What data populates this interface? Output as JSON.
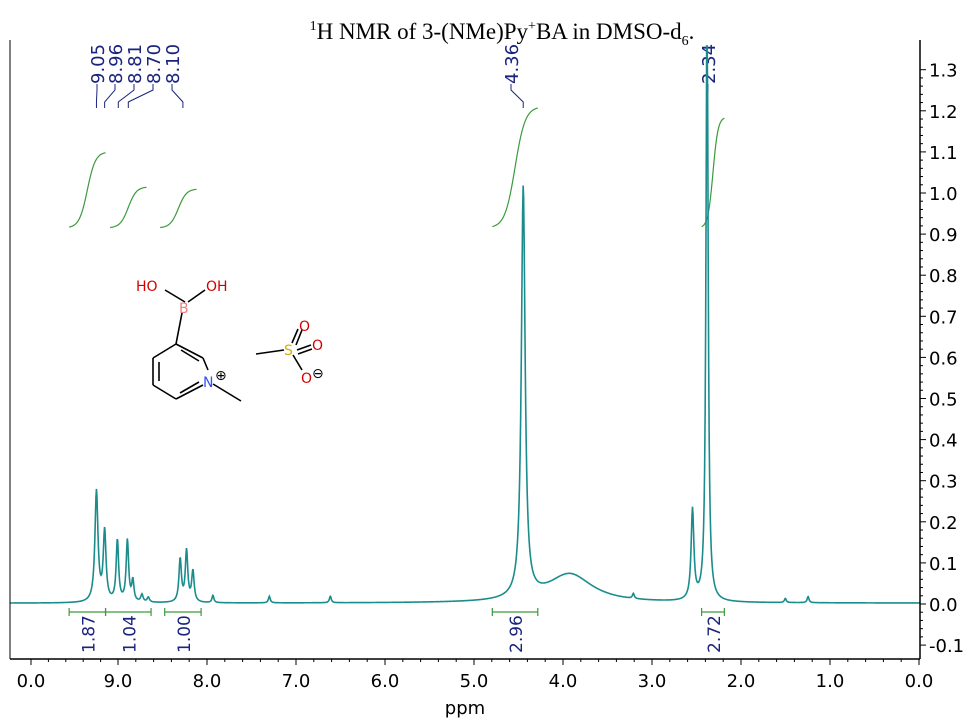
{
  "chart_data": {
    "type": "line",
    "title": {
      "superscript_1": "1",
      "part_1": "H NMR of 3-(NMe)Py",
      "superscript_2": "+",
      "part_2": "BA in DMSO-d",
      "subscript": "6",
      "part_3": "."
    },
    "xlabel": "ppm",
    "xlim": [
      10.0,
      0.0
    ],
    "ylim": [
      -0.14,
      1.35
    ],
    "x_ticks": [
      "0.0",
      "9.0",
      "8.0",
      "7.0",
      "6.0",
      "5.0",
      "4.0",
      "3.0",
      "2.0",
      "1.0",
      "0.0"
    ],
    "x_tick_values": [
      10.0,
      9.0,
      8.0,
      7.0,
      6.0,
      5.0,
      4.0,
      3.0,
      2.0,
      1.0,
      0.0
    ],
    "y_ticks": [
      "-0.1",
      "0.0",
      "0.1",
      "0.2",
      "0.3",
      "0.4",
      "0.5",
      "0.6",
      "0.7",
      "0.8",
      "0.9",
      "1.0",
      "1.1",
      "1.2",
      "1.3"
    ],
    "y_tick_values": [
      -0.1,
      0.0,
      0.1,
      0.2,
      0.3,
      0.4,
      0.5,
      0.6,
      0.7,
      0.8,
      0.9,
      1.0,
      1.1,
      1.2,
      1.3
    ],
    "baseline": 0.002,
    "peaks": [
      {
        "ppm": 9.05,
        "height": 0.27,
        "width": 0.02
      },
      {
        "ppm": 8.96,
        "height": 0.17,
        "width": 0.018
      },
      {
        "ppm": 8.82,
        "height": 0.15,
        "width": 0.016
      },
      {
        "ppm": 8.71,
        "height": 0.15,
        "width": 0.016
      },
      {
        "ppm": 8.65,
        "height": 0.05,
        "width": 0.014
      },
      {
        "ppm": 8.55,
        "height": 0.018,
        "width": 0.015
      },
      {
        "ppm": 8.48,
        "height": 0.012,
        "width": 0.015
      },
      {
        "ppm": 8.13,
        "height": 0.105,
        "width": 0.016
      },
      {
        "ppm": 8.06,
        "height": 0.125,
        "width": 0.016
      },
      {
        "ppm": 7.99,
        "height": 0.075,
        "width": 0.016
      },
      {
        "ppm": 7.77,
        "height": 0.018,
        "width": 0.012
      },
      {
        "ppm": 7.15,
        "height": 0.016,
        "width": 0.012
      },
      {
        "ppm": 6.48,
        "height": 0.016,
        "width": 0.012
      },
      {
        "ppm": 4.36,
        "height": 1.0,
        "width": 0.025
      },
      {
        "ppm": 3.85,
        "height": 0.07,
        "width": 0.3
      },
      {
        "ppm": 3.15,
        "height": 0.012,
        "width": 0.012
      },
      {
        "ppm": 2.5,
        "height": 0.22,
        "width": 0.018
      },
      {
        "ppm": 2.34,
        "height": 1.5,
        "width": 0.014
      },
      {
        "ppm": 1.48,
        "height": 0.01,
        "width": 0.012
      },
      {
        "ppm": 1.23,
        "height": 0.015,
        "width": 0.012
      }
    ],
    "peak_labels": [
      {
        "ppm": 9.05,
        "text": "9.05"
      },
      {
        "ppm": 8.96,
        "text": "8.96"
      },
      {
        "ppm": 8.81,
        "text": "8.81"
      },
      {
        "ppm": 8.7,
        "text": "8.70"
      },
      {
        "ppm": 8.1,
        "text": "8.10"
      },
      {
        "ppm": 4.36,
        "text": "4.36"
      },
      {
        "ppm": 2.34,
        "text": "2.34"
      }
    ],
    "integration_curves": [
      {
        "from": 9.35,
        "to": 8.95,
        "y_start": 0.915,
        "y_end": 1.1
      },
      {
        "from": 8.9,
        "to": 8.5,
        "y_start": 0.915,
        "y_end": 1.015
      },
      {
        "from": 8.35,
        "to": 7.95,
        "y_start": 0.915,
        "y_end": 1.01
      },
      {
        "from": 4.7,
        "to": 4.2,
        "y_start": 0.915,
        "y_end": 1.21
      },
      {
        "from": 2.4,
        "to": 2.15,
        "y_start": 0.915,
        "y_end": 1.185
      }
    ],
    "integrals": [
      {
        "from": 9.35,
        "to": 8.95,
        "value": "1.87"
      },
      {
        "from": 8.95,
        "to": 8.45,
        "value": "1.04"
      },
      {
        "from": 8.3,
        "to": 7.9,
        "value": "1.00"
      },
      {
        "from": 4.7,
        "to": 4.2,
        "value": "2.96"
      },
      {
        "from": 2.4,
        "to": 2.15,
        "value": "2.72"
      }
    ],
    "structure": {
      "label_ho": "HO",
      "label_oh": "OH",
      "label_b": "B",
      "label_n": "N",
      "label_n_charge": "⊕",
      "label_s": "S",
      "label_o1": "O",
      "label_o2": "O",
      "label_o3": "O",
      "label_o3_charge": "⊖"
    },
    "colors": {
      "spectrum": "#1a8c8c",
      "integral": "#3c9a3c",
      "peak_label": "#1a237e",
      "axis": "#000000"
    }
  }
}
